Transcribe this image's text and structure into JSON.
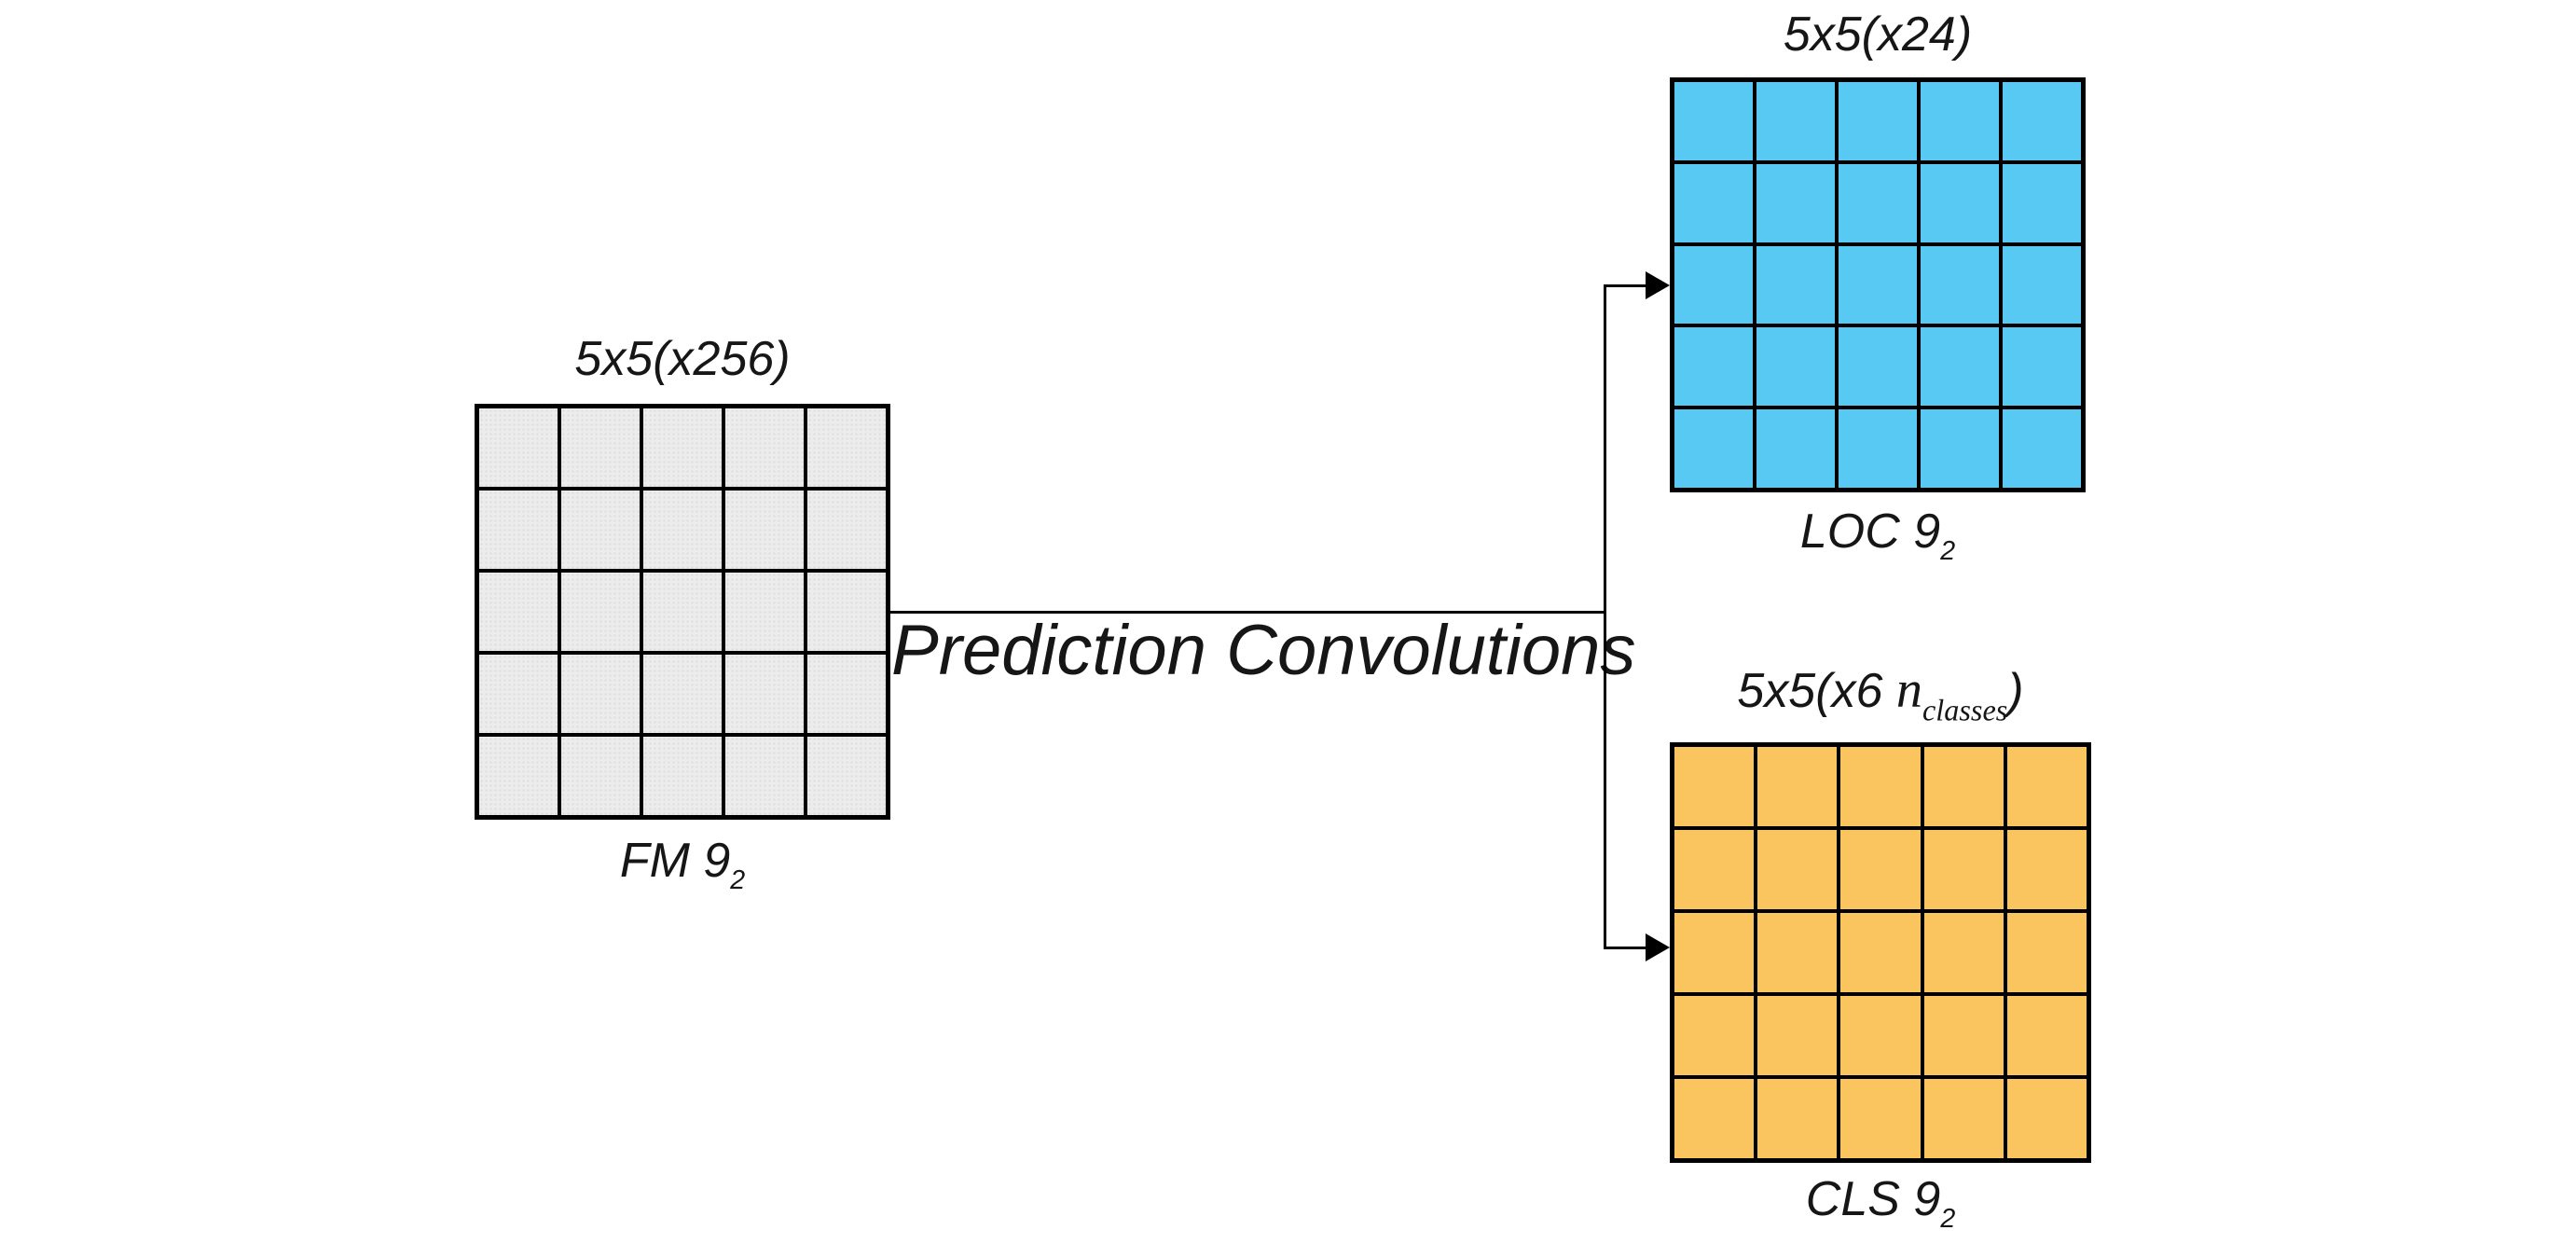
{
  "colors": {
    "background": "#FFFFFF",
    "line": "#000000",
    "fm_fill": "#ECECEC",
    "fm_dot": "#DCDCDC",
    "loc_fill": "#58C9F2",
    "cls_fill": "#FAC45F"
  },
  "center_label": "Prediction Convolutions",
  "fm": {
    "top_label": "5x5(x256)",
    "name": "FM 9",
    "name_sub": "2",
    "rows": 5,
    "cols": 5
  },
  "loc": {
    "top_label": "5x5(x24)",
    "name": "LOC 9",
    "name_sub": "2",
    "rows": 5,
    "cols": 5
  },
  "cls": {
    "top_prefix": "5x5(x6 ",
    "top_var": "n",
    "top_var_sub": "classes",
    "top_suffix": ")",
    "name": "CLS 9",
    "name_sub": "2",
    "rows": 5,
    "cols": 5
  },
  "icons": {
    "arrow_to_loc": "arrow-right",
    "arrow_to_cls": "arrow-right"
  }
}
